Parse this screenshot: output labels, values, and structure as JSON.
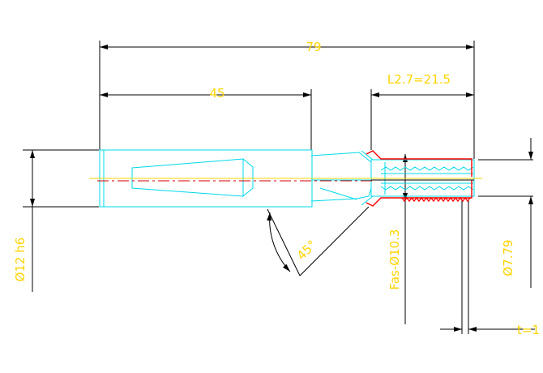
{
  "dimensions": {
    "overall_length": "79",
    "shank_length": "45",
    "thread_length": "L2.7=21.5",
    "shank_diameter": "Ø12 h6",
    "chamfer_angle": "45°",
    "chamfer_diameter": "Fas-Ø10.3",
    "minor_diameter": "Ø7.79",
    "pitch": "t=1"
  },
  "colors": {
    "background": "#ffffff",
    "dimension_text": "#ffd400",
    "dimension_line": "#000000",
    "part_outline": "#00d8e8",
    "thread_profile": "#ff0000",
    "center_line_red": "#d40000",
    "center_line_yellow": "#ffd400"
  }
}
